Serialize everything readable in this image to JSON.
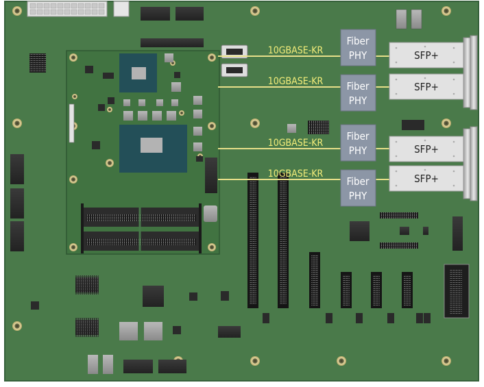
{
  "colors": {
    "pcb": "#4a7a4a",
    "pcb_edge": "#3c653c",
    "module": "#417341",
    "trace": "#e8e08a",
    "phy_box": "#8c96a6",
    "sfp_box": "#e2e2e2",
    "text_yellow": "#f4ee7a"
  },
  "links": [
    {
      "label": "10GBASE-KR",
      "phy_line1": "Fiber",
      "phy_line2": "PHY",
      "port": "SFP+"
    },
    {
      "label": "10GBASE-KR",
      "phy_line1": "Fiber",
      "phy_line2": "PHY",
      "port": "SFP+"
    },
    {
      "label": "10GBASE-KR",
      "phy_line1": "Fiber",
      "phy_line2": "PHY",
      "port": "SFP+"
    },
    {
      "label": "10GBASE-KR",
      "phy_line1": "Fiber",
      "phy_line2": "PHY",
      "port": "SFP+"
    }
  ]
}
